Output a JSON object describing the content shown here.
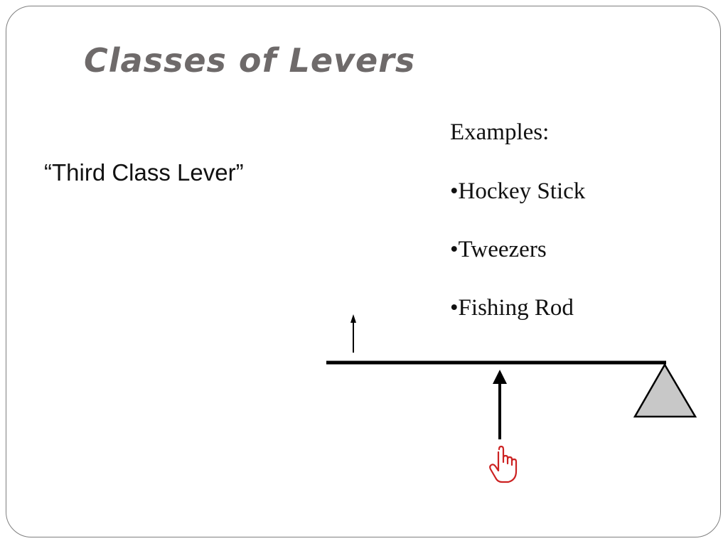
{
  "slide": {
    "title": "Classes of Levers",
    "subtitle": "“Third Class Lever”",
    "examples_heading": "Examples:",
    "examples": [
      "•Hockey Stick",
      "•Tweezers",
      "•Fishing Rod"
    ]
  },
  "diagram": {
    "colors": {
      "lever": "#000000",
      "fulcrum_fill": "#c8c8c8",
      "hand_icon": "#cc2222"
    },
    "icons": [
      "small-up-arrow-icon",
      "effort-arrow-icon",
      "fulcrum-triangle-icon",
      "pointing-hand-icon"
    ]
  }
}
